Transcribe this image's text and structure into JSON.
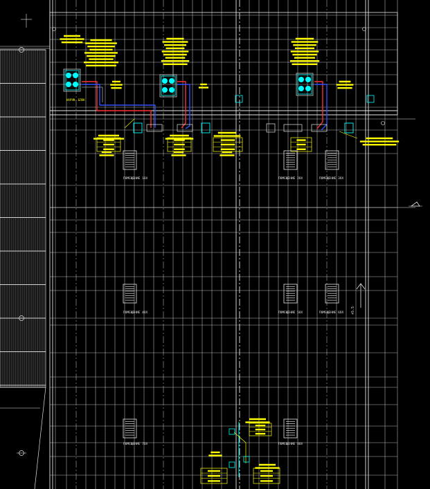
{
  "drawing": {
    "background": "#000000",
    "colors": {
      "grid": "#e6e6e6",
      "yellow": "#ffff00",
      "cyan": "#00ffff",
      "red": "#ff3030",
      "blue": "#3050ff",
      "white": "#ffffff"
    },
    "room_labels": [
      "ПОМЕЩЕНИЕ 1ОХ",
      "ПОМЕЩЕНИЕ 2ОХ",
      "ПОМЕЩЕНИЕ 3ОХ",
      "ПОМЕЩЕНИЕ 4ОХ",
      "ПОМЕЩЕНИЕ 5ОХ",
      "ПОМЕЩЕНИЕ 6ОХ",
      "ПОМЕЩЕНИЕ 7ОХ",
      "ПОМЕЩЕНИЕ 8ОХ"
    ],
    "level_mark": "+5.5",
    "outdoor_label": "НАРУЖ. БЛОК"
  }
}
